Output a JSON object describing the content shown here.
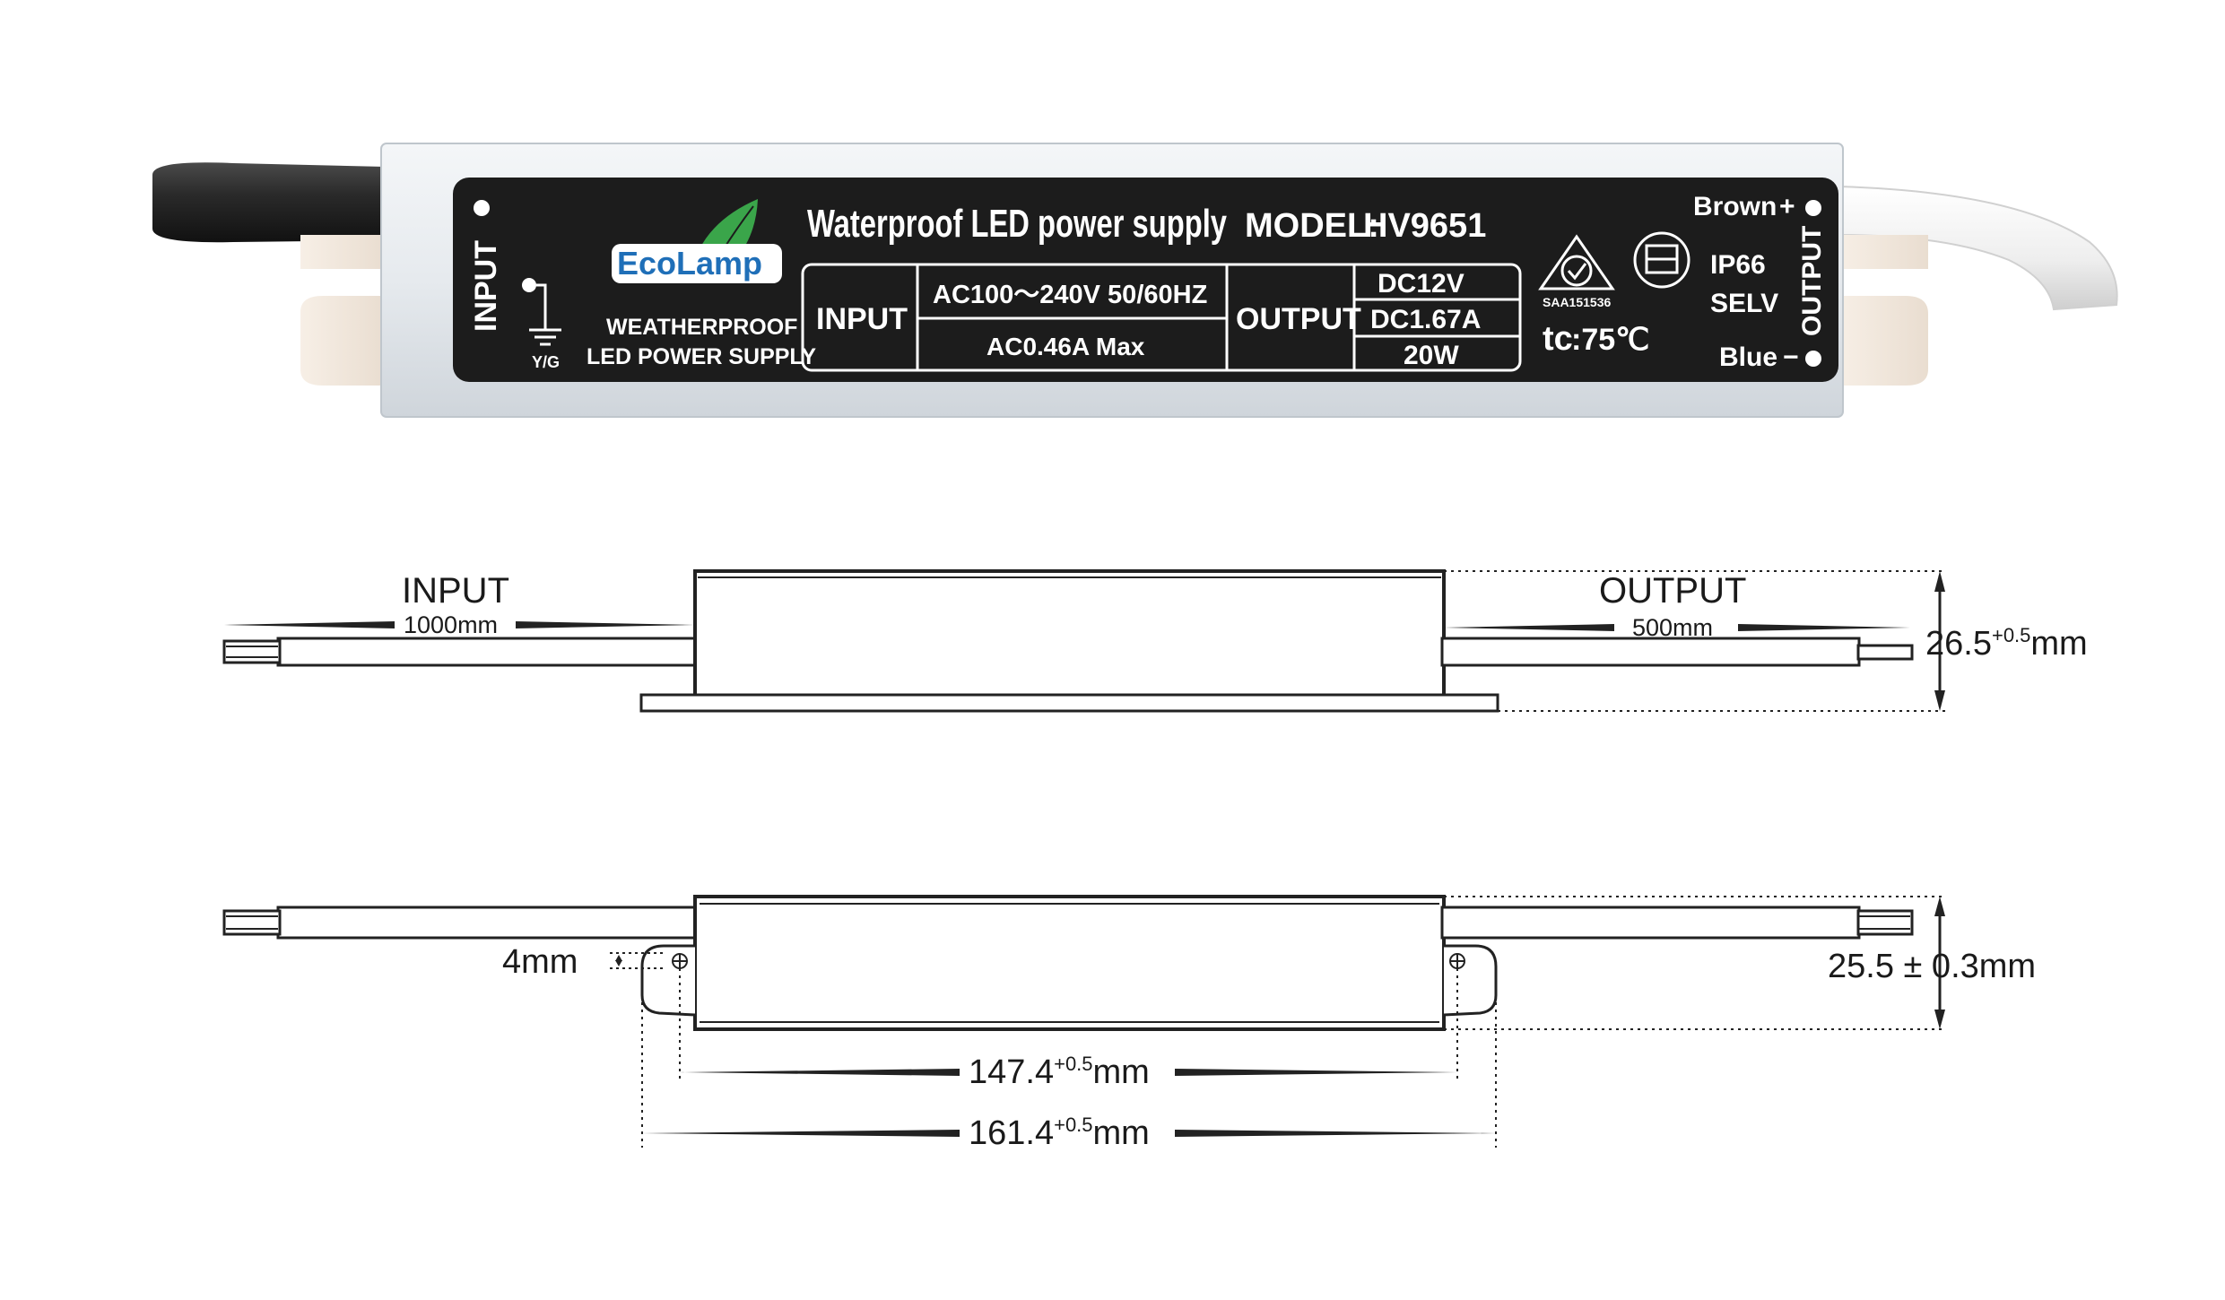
{
  "product_label": {
    "brand": "EcoLamp",
    "product_title": "Waterproof LED power supply",
    "model_label": "MODEL:",
    "model_value": "HV9651",
    "weatherproof_line1": "WEATHERPROOF",
    "weatherproof_line2": "LED POWER SUPPLY",
    "input_side_label": "INPUT",
    "ground_label": "Y/G",
    "input_cell": "INPUT",
    "input_voltage": "AC100～240V 50/60HZ",
    "input_current": "AC0.46A  Max",
    "output_cell": "OUTPUT",
    "output_voltage": "DC12V",
    "output_current": "DC1.67A",
    "output_power": "20W",
    "cert_number": "SAA151536",
    "tc_prefix": "tc",
    "tc_value": ":75℃",
    "brown_label": "Brown",
    "brown_sign": "+",
    "ip_rating": "IP66",
    "selv": "SELV",
    "blue_label": "Blue",
    "blue_sign": "−",
    "output_side_label": "OUTPUT"
  },
  "side_view": {
    "input_label": "INPUT",
    "input_cable_length": "1000mm",
    "output_label": "OUTPUT",
    "output_cable_length": "500mm",
    "height_value": "26.5",
    "height_tolerance": "+0.5",
    "height_unit": "mm"
  },
  "top_view": {
    "tab_gap": "4mm",
    "width_value": "25.5 ± 0.3mm",
    "hole_span_value": "147.4",
    "hole_span_tolerance": "+0.5",
    "hole_span_unit": "mm",
    "total_length_value": "161.4",
    "total_length_tolerance": "+0.5",
    "total_length_unit": "mm"
  },
  "colors": {
    "housing": "#e8ecf0",
    "label_plate": "#1c1c1c",
    "cable_black": "#2a2a2a",
    "cable_white": "#f2f2f2",
    "logo_green": "#2e9a3e",
    "logo_blue": "#1f6fb8",
    "line": "#222222"
  }
}
